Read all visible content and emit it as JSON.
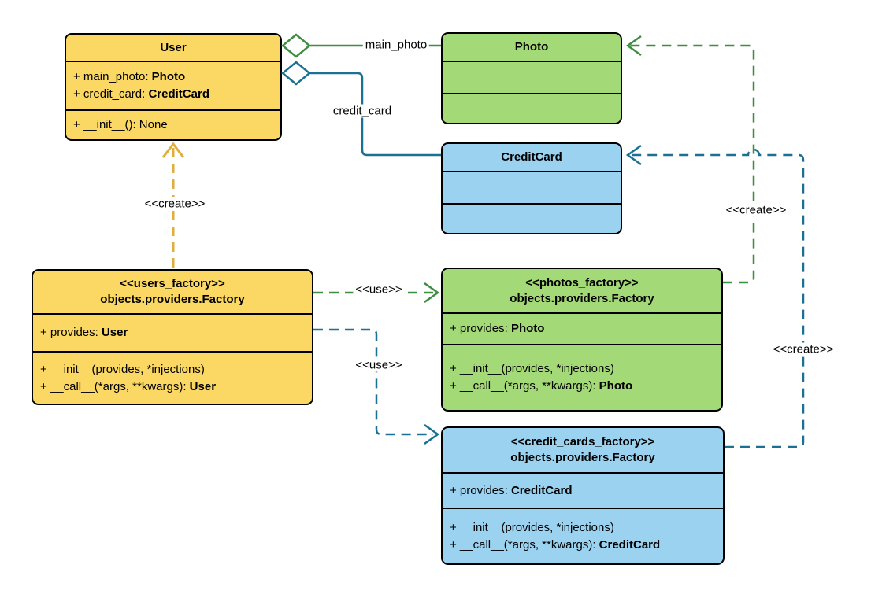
{
  "diagram_type": "uml-class-diagram",
  "classes": [
    {
      "name": "User",
      "attributes": [
        {
          "text": "+ main_photo: ",
          "bold": "Photo"
        },
        {
          "text": "+ credit_card: ",
          "bold": "CreditCard"
        }
      ],
      "methods": [
        {
          "text": "+ __init__(): None",
          "bold": ""
        }
      ]
    },
    {
      "name": "Photo",
      "attributes": [],
      "methods": []
    },
    {
      "name": "CreditCard",
      "attributes": [],
      "methods": []
    },
    {
      "stereotype": "<<users_factory>>",
      "name": "objects.providers.Factory",
      "attributes": [
        {
          "text": "+ provides: ",
          "bold": "User"
        }
      ],
      "methods": [
        {
          "text": "+ __init__(provides, *injections)",
          "bold": ""
        },
        {
          "text": "+ __call__(*args, **kwargs): ",
          "bold": "User"
        }
      ]
    },
    {
      "stereotype": "<<photos_factory>>",
      "name": "objects.providers.Factory",
      "attributes": [
        {
          "text": "+ provides: ",
          "bold": "Photo"
        }
      ],
      "methods": [
        {
          "text": "+ __init__(provides, *injections)",
          "bold": ""
        },
        {
          "text": "+ __call__(*args, **kwargs): ",
          "bold": "Photo"
        }
      ]
    },
    {
      "stereotype": "<<credit_cards_factory>>",
      "name": "objects.providers.Factory",
      "attributes": [
        {
          "text": "+ provides: ",
          "bold": "CreditCard"
        }
      ],
      "methods": [
        {
          "text": "+ __init__(provides, *injections)",
          "bold": ""
        },
        {
          "text": "+ __call__(*args, **kwargs): ",
          "bold": "CreditCard"
        }
      ]
    }
  ],
  "connectors": {
    "main_photo_label": "main_photo",
    "credit_card_label": "credit_card",
    "create_user_label": "<<create>>",
    "create_photo_label": "<<create>>",
    "create_credit_card_label": "<<create>>",
    "use_photos_label": "<<use>>",
    "use_credit_cards_label": "<<use>>"
  },
  "colors": {
    "user_fill": "#FBD863",
    "photo_fill": "#A3D977",
    "credit_card_fill": "#9AD2F0",
    "box_border": "#000000",
    "yellow_line": "#DFAE3D",
    "green_line": "#3D8E40",
    "blue_line": "#1A7191",
    "label_text": "#000000"
  }
}
